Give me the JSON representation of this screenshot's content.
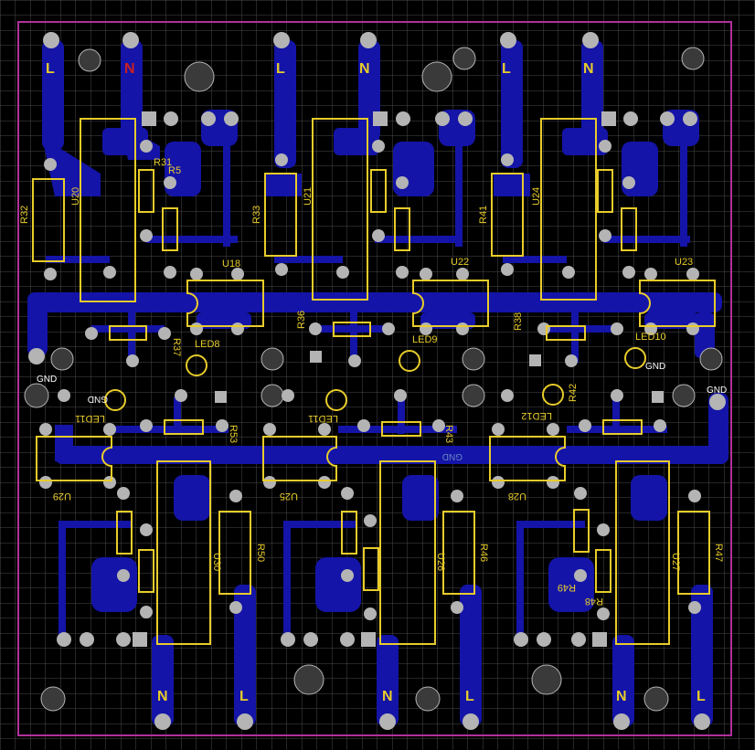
{
  "board": {
    "colors": {
      "background": "#000000",
      "grid": "#4a4a4a",
      "outline": "#b0309a",
      "copper": "#1414a8",
      "silkscreen": "#e8cc2a",
      "pad": "#b4b4b4",
      "hole": "#1e1e1e",
      "mount": "#3a3a3a"
    },
    "top_connectors": [
      "L",
      "N",
      "L",
      "N",
      "L",
      "N"
    ],
    "bottom_connectors": [
      "N",
      "L",
      "N",
      "L",
      "N",
      "L"
    ],
    "top_resistors": [
      "R32",
      "R31",
      "R5",
      "R33",
      "R41"
    ],
    "top_opto": [
      "U20",
      "U21",
      "U24"
    ],
    "top_ics": [
      "U18",
      "U22",
      "U23"
    ],
    "top_leds": [
      "LED8",
      "LED9",
      "LED10"
    ],
    "mid_resistors_top": [
      "R37",
      "R36",
      "R38"
    ],
    "gnd_labels": [
      "GND",
      "GND",
      "GND",
      "GND",
      "GND"
    ],
    "bottom_leds": [
      "LED11",
      "LED11",
      "LED12"
    ],
    "mid_resistors_bottom": [
      "R53",
      "R43",
      "R42"
    ],
    "bottom_ics": [
      "U29",
      "U25",
      "U28"
    ],
    "bottom_opto": [
      "U30",
      "U26",
      "U27"
    ],
    "bottom_resistors": [
      "R50",
      "R46",
      "R47",
      "R49",
      "R48"
    ]
  }
}
